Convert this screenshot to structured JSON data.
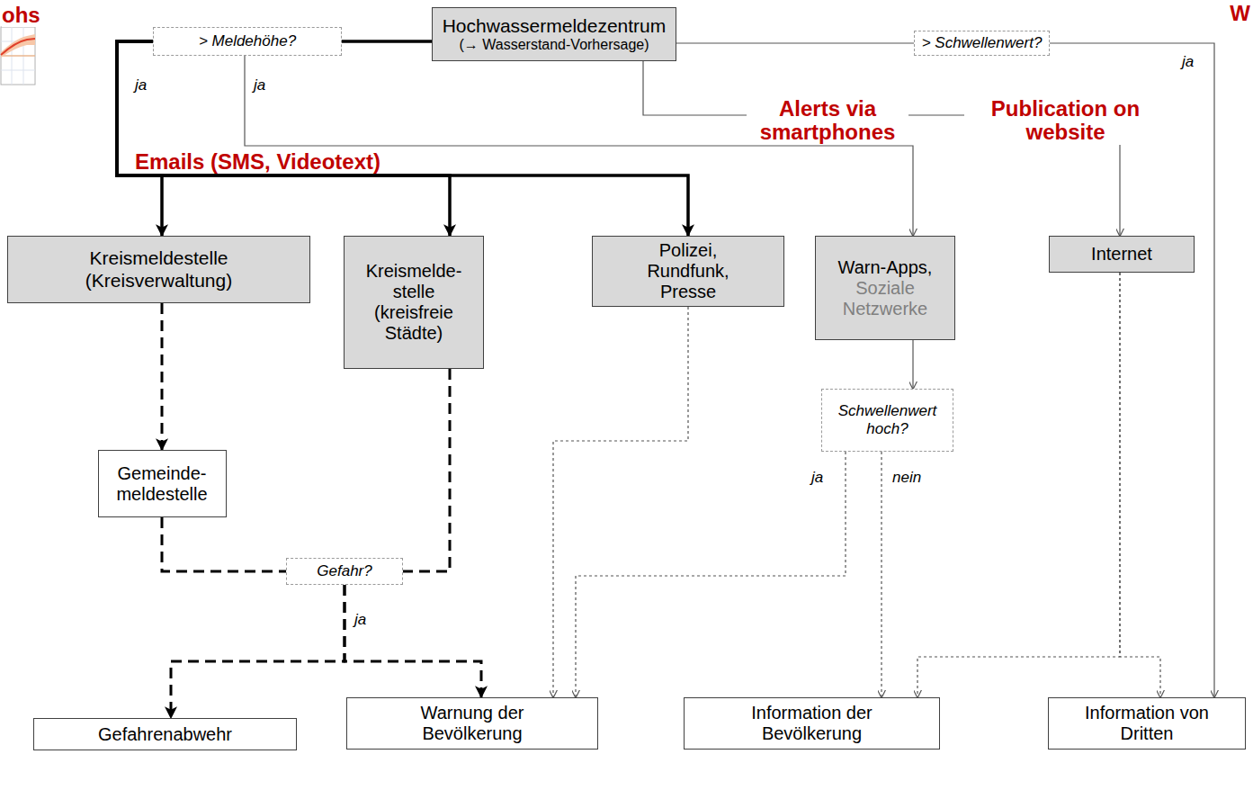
{
  "diagram": {
    "nodes": [
      {
        "text": [
          "> Meldehöhe?"
        ]
      },
      {
        "text": [
          "Hochwassermeldezentrum",
          "(→ Wasserstand-Vorhersage)"
        ]
      },
      {
        "text": [
          "> Schwellenwert?"
        ]
      },
      {
        "text": [
          "Kreismeldestelle (Kreisverwaltung)"
        ]
      },
      {
        "text": [
          "Kreismelde- stelle (kreisfreie Städte)"
        ]
      },
      {
        "text": [
          "Polizei, Rundfunk, Presse"
        ]
      },
      {
        "text": [
          "Warn-Apps,",
          "Soziale Netzwerke"
        ]
      },
      {
        "text": [
          "Internet"
        ]
      },
      {
        "text": [
          "Gemeinde- meldestelle"
        ]
      },
      {
        "text": [
          "Schwellenwert hoch?"
        ]
      },
      {
        "text": [
          "Gefahr?"
        ]
      },
      {
        "text": [
          "Gefahrenabwehr"
        ]
      },
      {
        "text": [
          "Warnung der Bevölkerung"
        ]
      },
      {
        "text": [
          "Information der Bevölkerung"
        ]
      },
      {
        "text": [
          "Information von Dritten"
        ]
      }
    ],
    "edges": [
      {
        "from": 1,
        "to": 0,
        "arrow": "none"
      },
      {
        "from": 0,
        "to": 3,
        "label": "ja",
        "arrow": "to"
      },
      {
        "from": 0,
        "to": 4,
        "arrow": "to"
      },
      {
        "from": 0,
        "to": 5,
        "arrow": "to"
      },
      {
        "from": 0,
        "to": 6,
        "label": "ja",
        "arrow": "to"
      },
      {
        "from": 1,
        "to": 7,
        "arrow": "to"
      },
      {
        "from": 1,
        "to": 2,
        "arrow": "none"
      },
      {
        "from": 2,
        "to": 14,
        "label": "ja",
        "arrow": "to"
      },
      {
        "from": 3,
        "to": 8,
        "arrow": "to"
      },
      {
        "from": 8,
        "to": 10,
        "arrow": "none"
      },
      {
        "from": 4,
        "to": 10,
        "arrow": "none"
      },
      {
        "from": 10,
        "to": 11,
        "label": "ja",
        "arrow": "to"
      },
      {
        "from": 10,
        "to": 12,
        "arrow": "to"
      },
      {
        "from": 5,
        "to": 12,
        "arrow": "to"
      },
      {
        "from": 6,
        "to": 9,
        "arrow": "to"
      },
      {
        "from": 9,
        "to": 12,
        "label": "ja",
        "arrow": "to"
      },
      {
        "from": 9,
        "to": 13,
        "label": "nein",
        "arrow": "to"
      },
      {
        "from": 7,
        "to": 13,
        "arrow": "to"
      },
      {
        "from": 7,
        "to": 14,
        "arrow": "to"
      }
    ],
    "labels": [
      "ohs",
      "W",
      "Emails (SMS, Videotext)",
      "Alerts via smartphones",
      "Publication on website"
    ]
  }
}
